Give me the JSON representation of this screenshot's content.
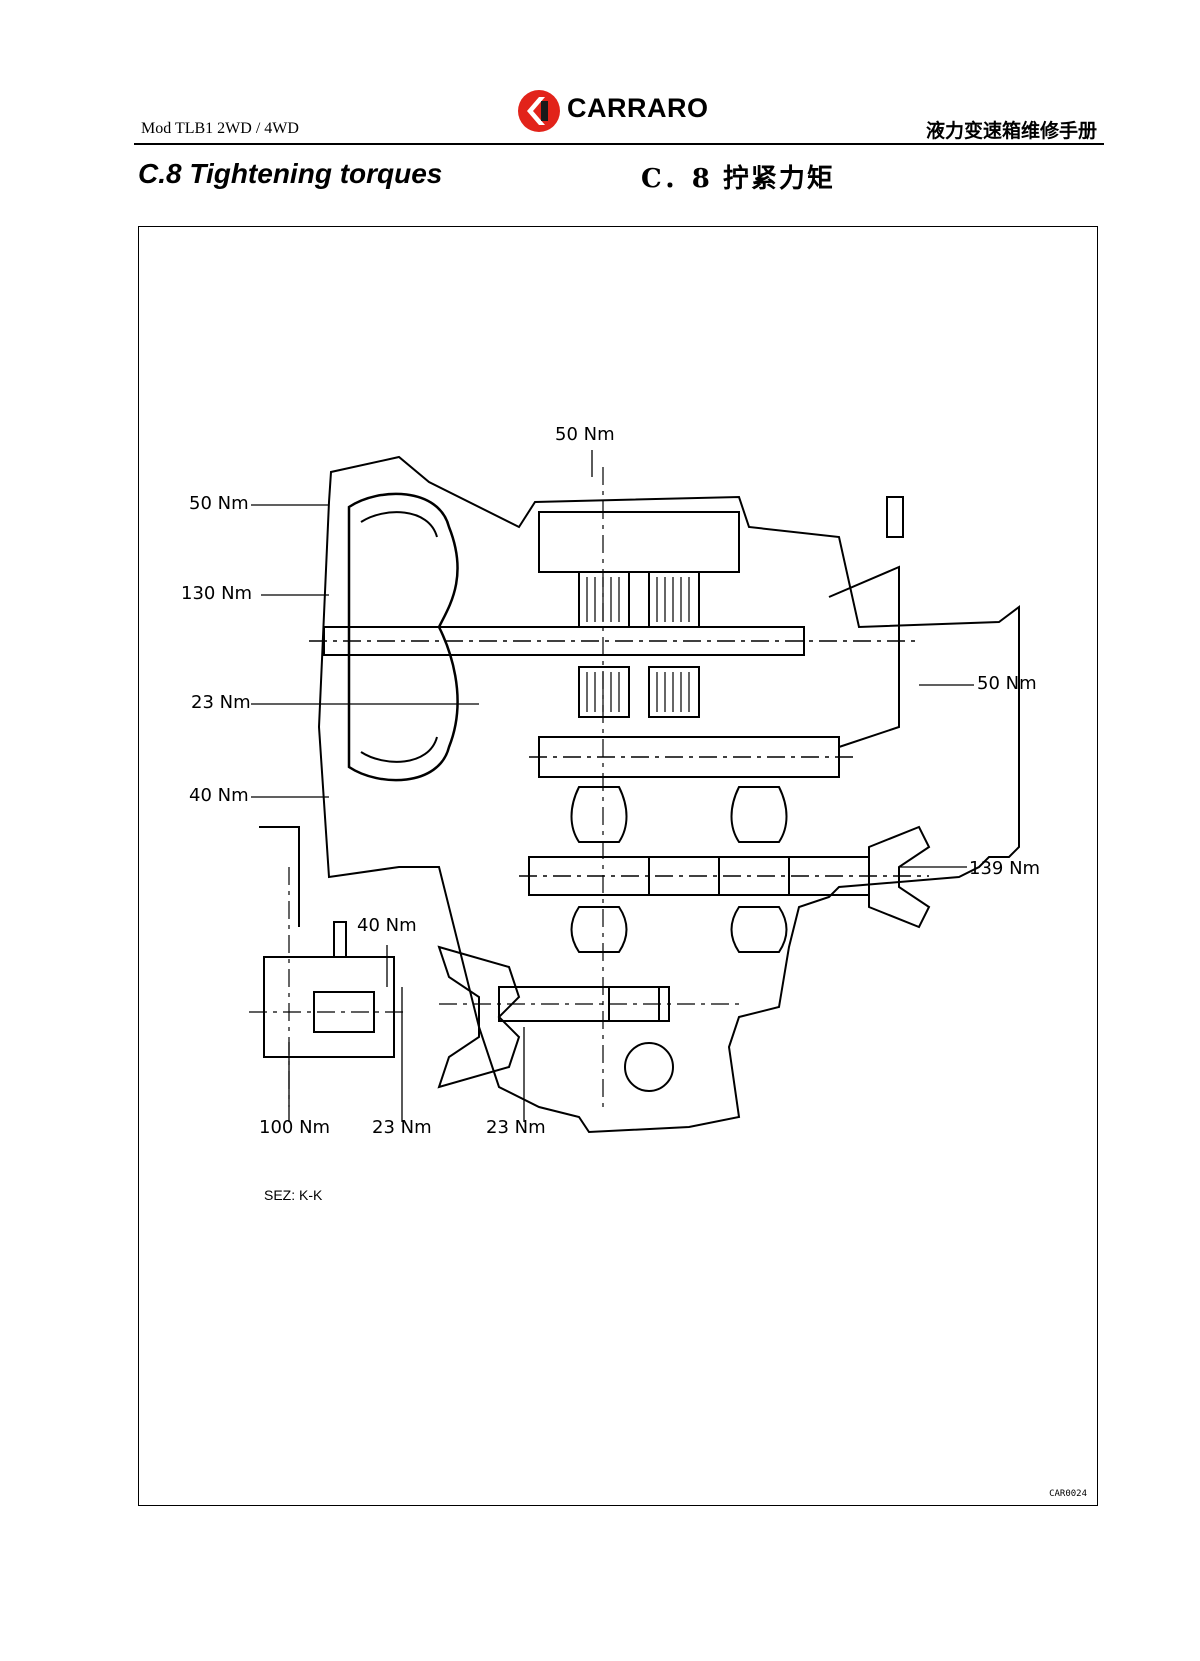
{
  "header": {
    "model": "Mod TLB1 2WD / 4WD",
    "brand": "CARRARO",
    "manual_title": "液力变速箱维修手册"
  },
  "section": {
    "title_en": "C.8 Tightening torques",
    "title_zh": "C．8  拧紧力矩"
  },
  "figure": {
    "torque_labels": {
      "top_center": "50 Nm",
      "left_1": "50 Nm",
      "left_2": "130 Nm",
      "left_3": "23 Nm",
      "left_4": "40 Nm",
      "right_1": "50 Nm",
      "right_2": "139 Nm",
      "inset": "40 Nm",
      "bottom_1": "100 Nm",
      "bottom_2": "23 Nm",
      "bottom_3": "23 Nm"
    },
    "section_note": "SEZ: K-K",
    "code": "CAR0024"
  }
}
